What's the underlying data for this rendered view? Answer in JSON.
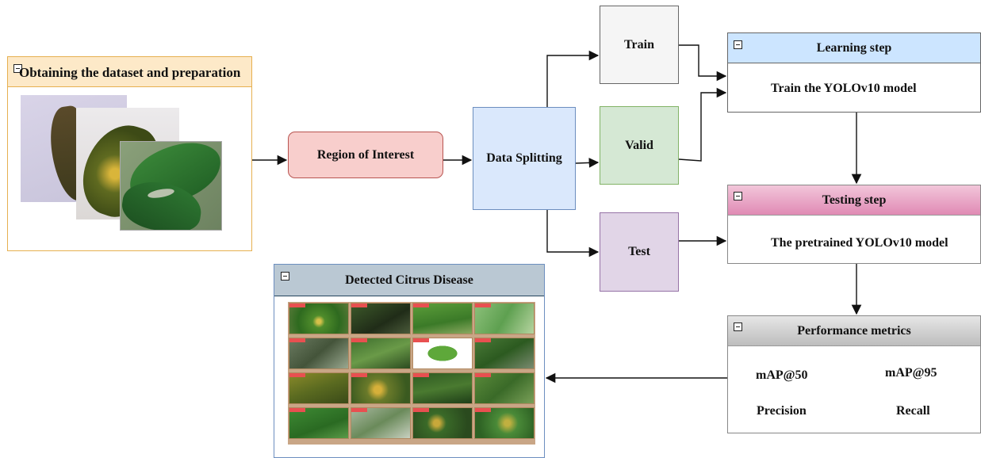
{
  "dataset_panel": {
    "title": "Obtaining the dataset and preparation"
  },
  "roi": {
    "label": "Region of Interest"
  },
  "splitting": {
    "label": "Data Splitting"
  },
  "train": {
    "label": "Train"
  },
  "valid": {
    "label": "Valid"
  },
  "test": {
    "label": "Test"
  },
  "learning": {
    "title": "Learning step",
    "body": "Train the YOLOv10 model"
  },
  "testing": {
    "title": "Testing step",
    "body": "The pretrained YOLOv10 model"
  },
  "metrics": {
    "title": "Performance metrics",
    "items": [
      "mAP@50",
      "mAP@95",
      "Precision",
      "Recall"
    ]
  },
  "detected": {
    "title": "Detected Citrus Disease"
  },
  "colors": {
    "dataset_border": "#e6b050",
    "dataset_header": "#fde9c8",
    "roi_fill": "#f8cecc",
    "roi_border": "#b85450",
    "split_fill": "#dae8fc",
    "split_border": "#6c8ebf",
    "train_fill": "#f5f5f5",
    "train_border": "#666666",
    "valid_fill": "#d5e8d4",
    "valid_border": "#82b366",
    "test_fill": "#e1d5e7",
    "test_border": "#9673a6",
    "learning_header": "#cce5ff",
    "testing_header": "#e69cbf",
    "metrics_header": "#c8c8c8",
    "detected_header": "#bac8d3"
  }
}
